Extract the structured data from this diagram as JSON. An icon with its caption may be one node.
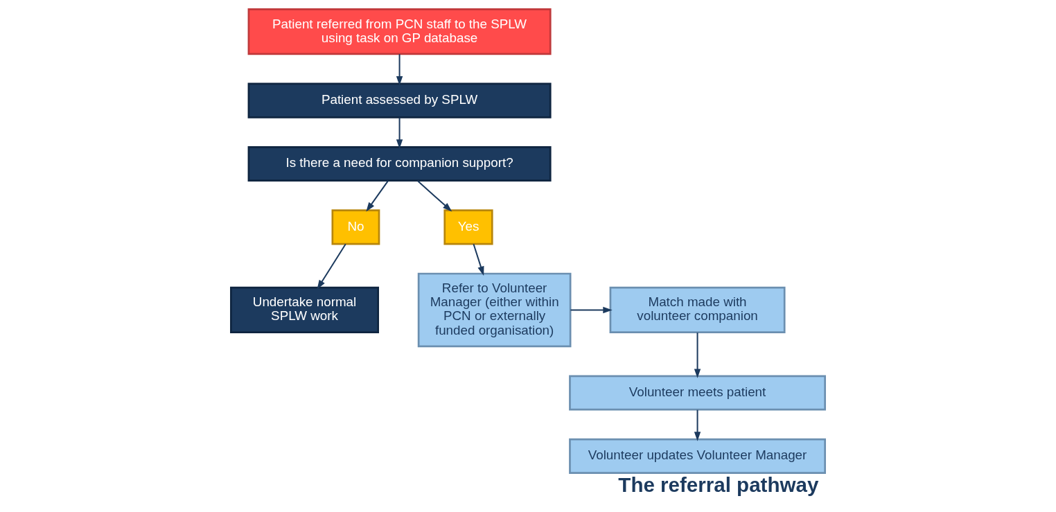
{
  "diagram": {
    "caption": "The referral pathway",
    "nodes": [
      {
        "text": [
          "Patient referred from PCN staff to the SPLW using task on GP database"
        ]
      },
      {
        "text": [
          "Patient assessed by SPLW"
        ]
      },
      {
        "text": [
          "Is there a need for companion support?"
        ]
      },
      {
        "text": [
          "No"
        ]
      },
      {
        "text": [
          "Yes"
        ]
      },
      {
        "text": [
          "Undertake normal SPLW work"
        ]
      },
      {
        "text": [
          "Refer to Volunteer Manager (either within PCN or externally funded organisation)"
        ]
      },
      {
        "text": [
          "Match made with volunteer companion"
        ]
      },
      {
        "text": [
          "Volunteer meets patient"
        ]
      },
      {
        "text": [
          "Volunteer updates Volunteer Manager"
        ]
      }
    ],
    "edges": [
      {
        "from": 0,
        "to": 1,
        "arrow": "to"
      },
      {
        "from": 1,
        "to": 2,
        "arrow": "to"
      },
      {
        "from": 2,
        "to": 3,
        "arrow": "to"
      },
      {
        "from": 2,
        "to": 4,
        "arrow": "to"
      },
      {
        "from": 3,
        "to": 5,
        "arrow": "to"
      },
      {
        "from": 4,
        "to": 6,
        "arrow": "to"
      },
      {
        "from": 6,
        "to": 7,
        "arrow": "to"
      },
      {
        "from": 7,
        "to": 8,
        "arrow": "to"
      },
      {
        "from": 8,
        "to": 9,
        "arrow": "to"
      }
    ]
  }
}
